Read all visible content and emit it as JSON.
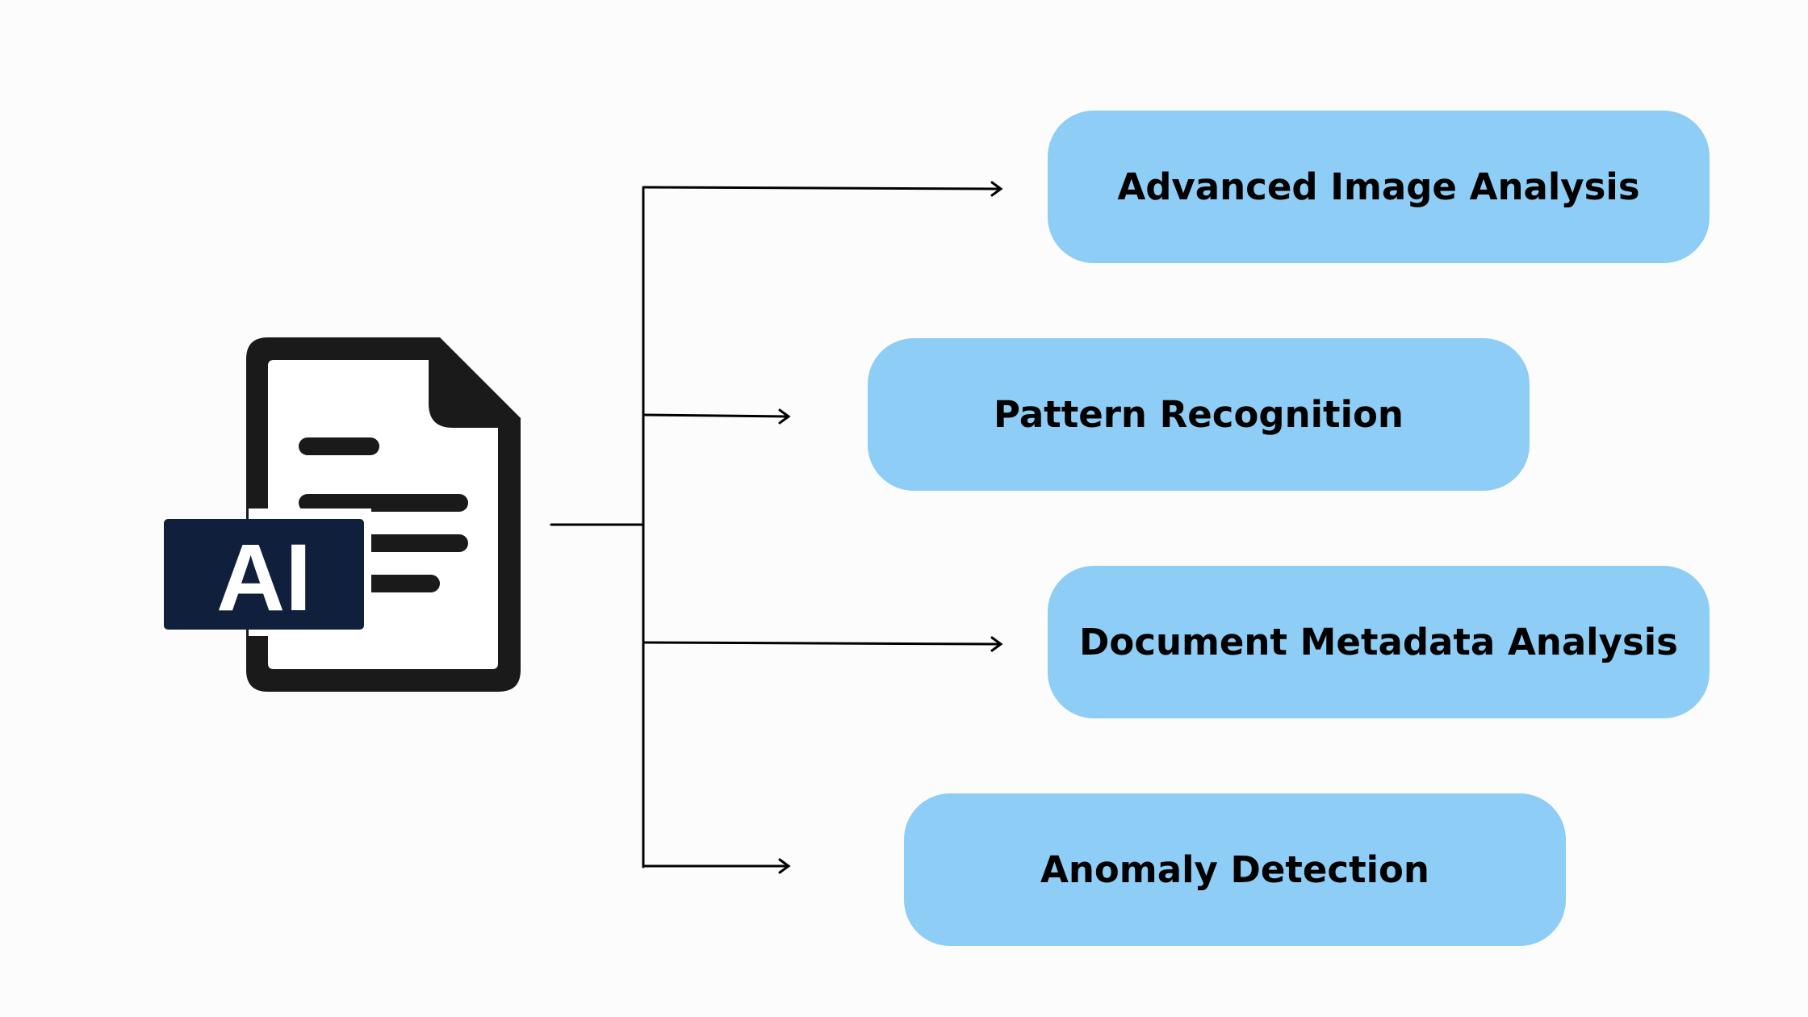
{
  "diagram": {
    "icon": {
      "name": "ai-document-icon",
      "badge_text": "AI",
      "badge_color": "#0f1f3c",
      "document_color": "#1a1a1a"
    },
    "branches": [
      {
        "label": "Advanced Image Analysis"
      },
      {
        "label": "Pattern Recognition"
      },
      {
        "label": "Document Metadata Analysis"
      },
      {
        "label": "Anomaly Detection"
      }
    ],
    "colors": {
      "box_fill": "#8ecdf5",
      "connector": "#000000",
      "background": "#fcfcfc"
    }
  }
}
